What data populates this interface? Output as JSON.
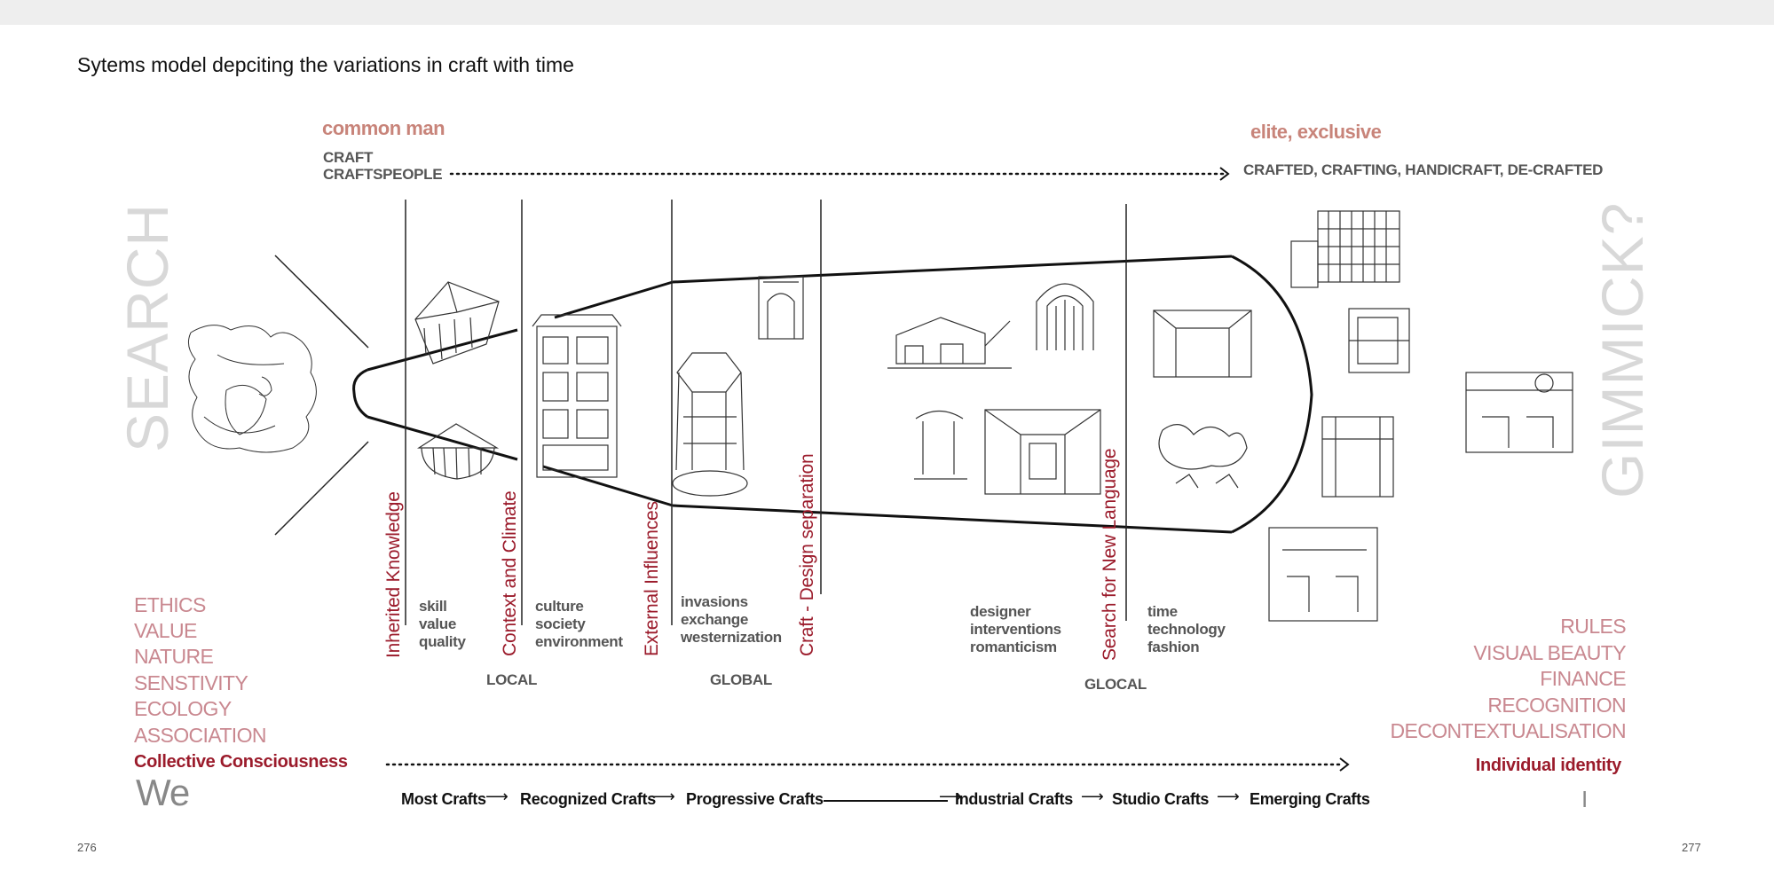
{
  "title": "Sytems model depciting the variations in craft with time",
  "top": {
    "left_heading": "common man",
    "left_lines": [
      "CRAFT",
      "CRAFTSPEOPLE"
    ],
    "right_heading": "elite, exclusive",
    "right_label": "CRAFTED, CRAFTING, HANDICRAFT, DE-CRAFTED"
  },
  "side": {
    "left_ghost": "SEARCH",
    "right_ghost": "GIMMICK?"
  },
  "dividers": [
    {
      "label": "Inherited Knowledge"
    },
    {
      "label": "Context and Climate"
    },
    {
      "label": "External Influences"
    },
    {
      "label": "Craft - Design separation"
    },
    {
      "label": "Search for New Language"
    }
  ],
  "columns": [
    {
      "lines": [
        "skill",
        "value",
        "quality"
      ]
    },
    {
      "lines": [
        "culture",
        "society",
        "environment"
      ]
    },
    {
      "lines": [
        "invasions",
        "exchange",
        "westernization"
      ]
    },
    {
      "lines": [
        "designer",
        "interventions",
        "romanticism"
      ]
    },
    {
      "lines": [
        "time",
        "technology",
        "fashion"
      ]
    }
  ],
  "scales": [
    "LOCAL",
    "GLOBAL",
    "GLOCAL"
  ],
  "left_values": [
    "ETHICS",
    "VALUE",
    "NATURE",
    "SENSTIVITY",
    "ECOLOGY",
    "ASSOCIATION"
  ],
  "right_values": [
    "RULES",
    "VISUAL  BEAUTY",
    "FINANCE",
    "RECOGNITION",
    "DECONTEXTUALISATION"
  ],
  "bottom": {
    "left_label": "Collective Consciousness",
    "left_pronoun": "We",
    "right_label": "Individual identity",
    "right_pronoun": "I"
  },
  "stages": [
    {
      "label": "Most Crafts",
      "arrow": "⟶"
    },
    {
      "label": "Recognized Crafts",
      "arrow": "⟶"
    },
    {
      "label": "Progressive Crafts",
      "arrow": "⟶"
    },
    {
      "label": "Industrial Crafts",
      "arrow": "⟶"
    },
    {
      "label": "Studio Crafts",
      "arrow": "⟶"
    },
    {
      "label": "Emerging Crafts",
      "arrow": ""
    }
  ],
  "page_numbers": {
    "left": "276",
    "right": "277"
  },
  "colors": {
    "deep_red": "#9b1b2b",
    "rose": "#c98890",
    "salmon": "#c8847a",
    "gray_text": "#555555",
    "ghost": "#d8d8d8"
  }
}
